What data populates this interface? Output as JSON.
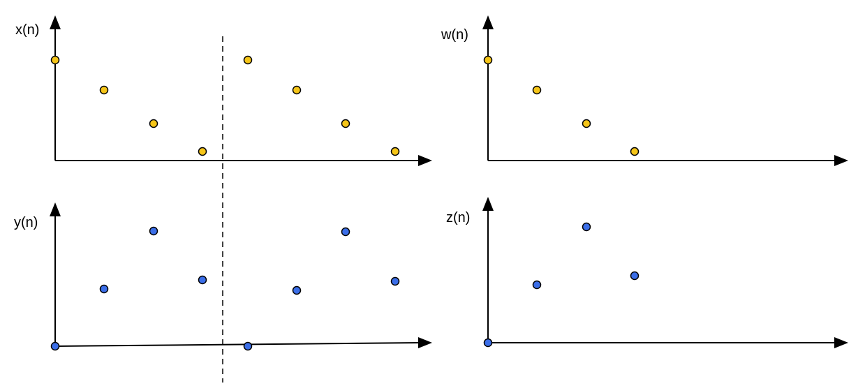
{
  "colors": {
    "yellow_samples": "#F5C518",
    "blue_samples": "#3B6EE8",
    "axes": "#000000"
  },
  "plots": {
    "x": {
      "label": "x(n)",
      "color": "yellow_samples"
    },
    "w": {
      "label": "w(n)",
      "color": "yellow_samples"
    },
    "y": {
      "label": "y(n)",
      "color": "blue_samples"
    },
    "z": {
      "label": "z(n)",
      "color": "blue_samples"
    }
  }
}
